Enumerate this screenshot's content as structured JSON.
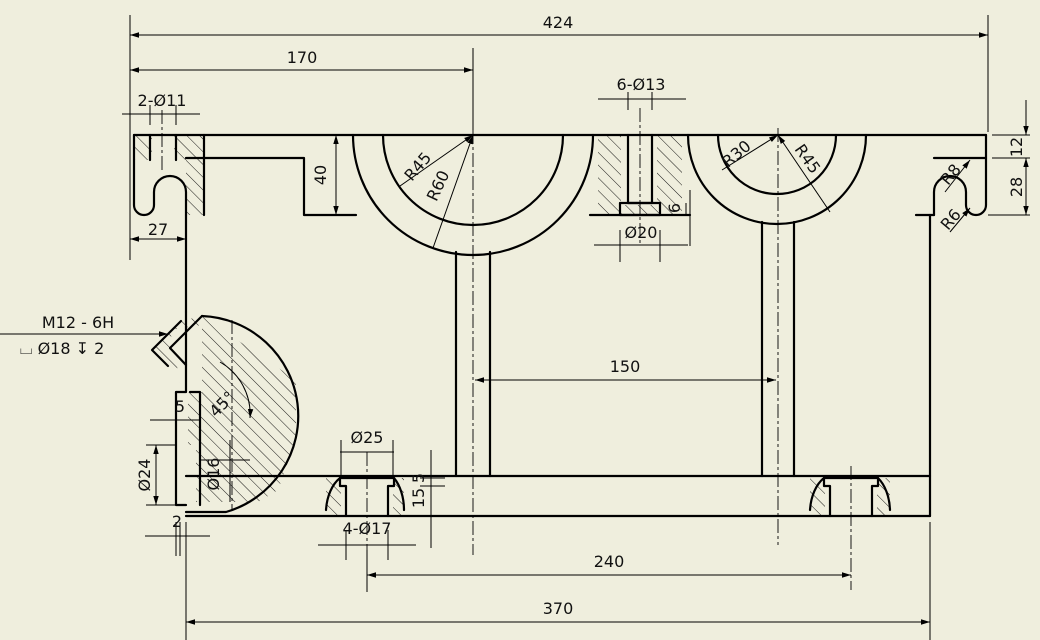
{
  "dimensions": {
    "overall_width": "424",
    "top_left_to_center": "170",
    "left_holes": "2-Ø11",
    "top_holes": "6-Ø13",
    "height_12": "12",
    "height_28": "28",
    "height_40": "40",
    "r45_left": "R45",
    "r60": "R60",
    "r30": "R30",
    "r45_right": "R45",
    "r8": "R8",
    "r6": "R6",
    "width_27": "27",
    "depth_6": "6",
    "cbore_20": "Ø20",
    "thread": "M12 - 6H",
    "thread_cbore": "⌴ Ø18 ↧ 2",
    "angle": "45°",
    "dim_5": "5",
    "dia_24": "Ø24",
    "dia_16": "Ø16",
    "dim_2": "2",
    "span_150": "150",
    "cbore_25": "Ø25",
    "dim_15": "15",
    "dim_5b": "5",
    "bottom_holes": "4-Ø17",
    "span_240": "240",
    "base_370": "370"
  },
  "colors": {
    "background": "#efeedd",
    "line": "#000000"
  }
}
